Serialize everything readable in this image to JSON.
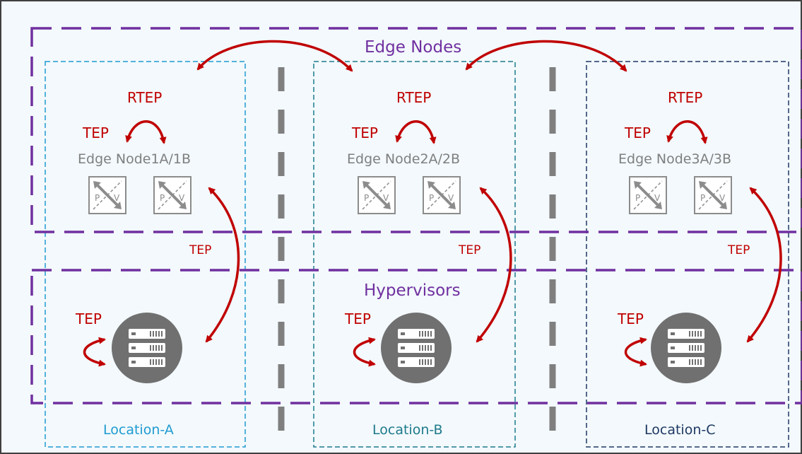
{
  "groups": {
    "edge_nodes": "Edge Nodes",
    "hypervisors": "Hypervisors"
  },
  "locations": [
    {
      "name": "Location-A",
      "color": "#1f9bd1",
      "rtep": "RTEP",
      "edge_tep": "TEP",
      "edge_label": "Edge Node1A/1B",
      "link_tep": "TEP",
      "host_tep": "TEP"
    },
    {
      "name": "Location-B",
      "color": "#1e7a8c",
      "rtep": "RTEP",
      "edge_tep": "TEP",
      "edge_label": "Edge Node2A/2B",
      "link_tep": "TEP",
      "host_tep": "TEP"
    },
    {
      "name": "Location-C",
      "color": "#1f3864",
      "rtep": "RTEP",
      "edge_tep": "TEP",
      "edge_label": "Edge Node3A/3B",
      "link_tep": "TEP",
      "host_tep": "TEP"
    }
  ],
  "edge_icon_letters": {
    "left": "P",
    "right": "V"
  },
  "colors": {
    "group_border": "#7030a0",
    "arrow": "#c00000",
    "separator": "#7f7f7f",
    "server": "#707070",
    "edge_icon": "#8c8c8c",
    "background": "#f3f9fc"
  }
}
